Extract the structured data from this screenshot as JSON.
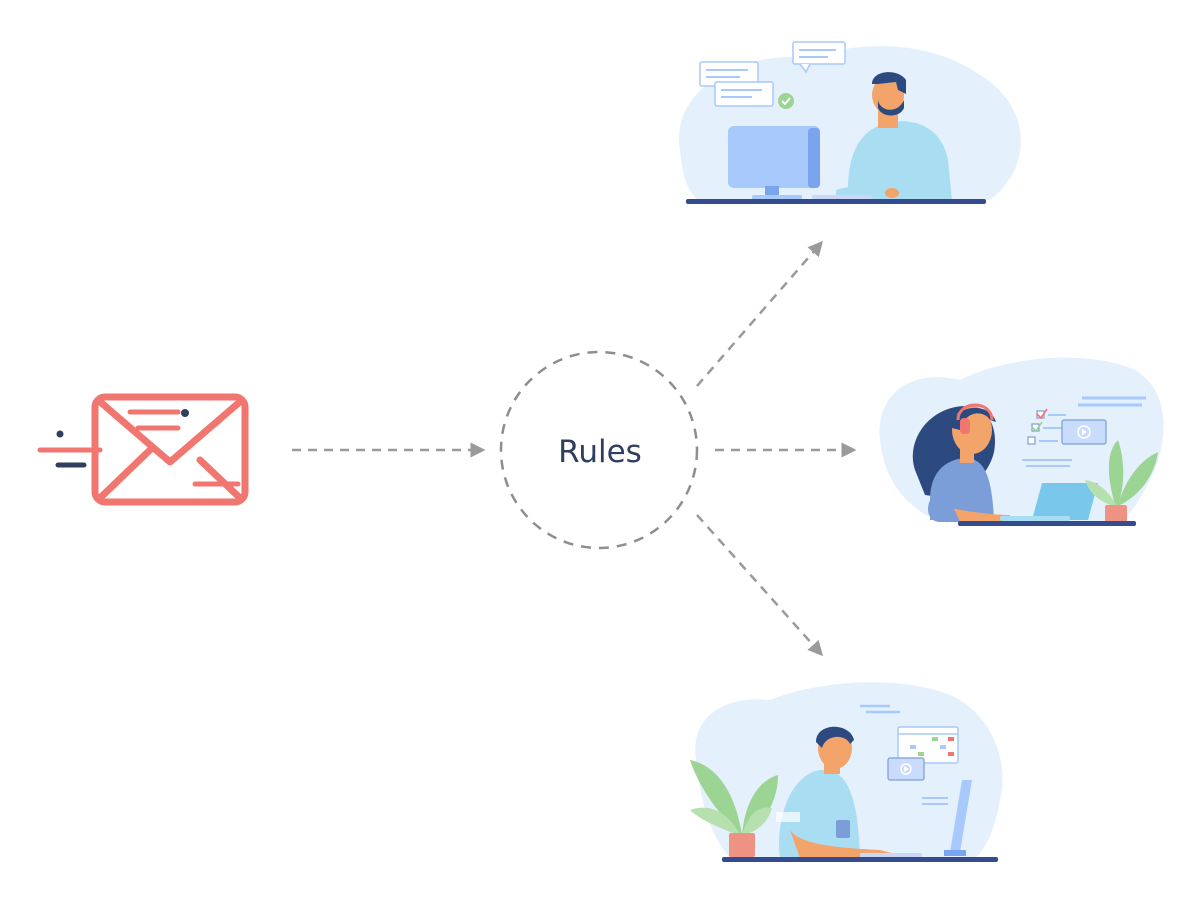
{
  "diagram": {
    "center_label": "Rules",
    "colors": {
      "envelope": "#f27670",
      "arrow": "#9a9a9a",
      "blob": "#e5f0fd",
      "desk": "#344b8e",
      "skin": "#f2a46b",
      "hair": "#2d4a80",
      "shirt_light": "#a9ddf2",
      "shirt_blue": "#7b9ed9",
      "monitor": "#a8c9fb",
      "plant": "#9cd494",
      "pot": "#ee9384"
    },
    "icons": {
      "source": "email-envelope-icon",
      "agent_1": "agent-at-desktop-illustration",
      "agent_2": "agent-with-headset-illustration",
      "agent_3": "agent-at-desk-with-plant-illustration"
    }
  }
}
